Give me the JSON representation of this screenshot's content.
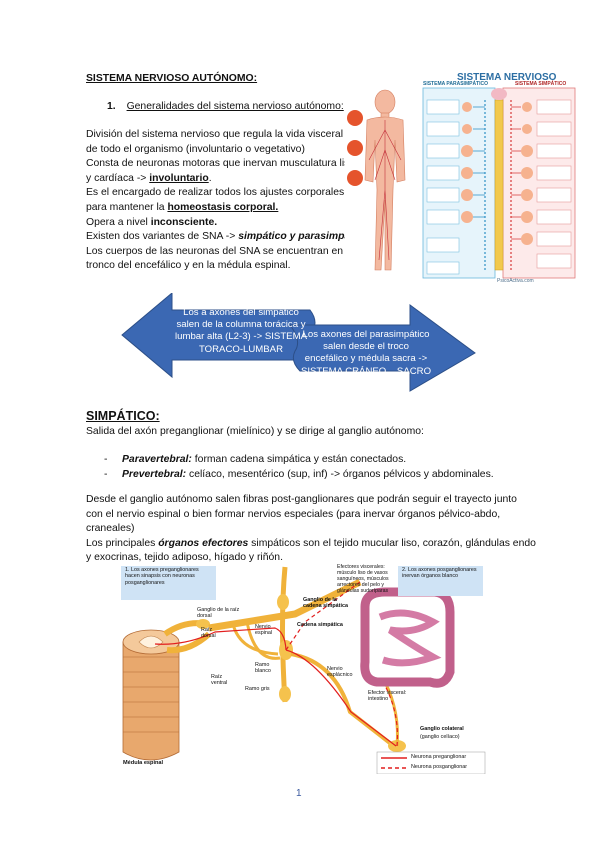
{
  "page": {
    "title": "SISTEMA NERVIOSO AUTÓNOMO:",
    "section1_number": "1.",
    "section1_heading": "Generalidades del sistema nervioso autónomo:",
    "intro": {
      "l1": "División del sistema nervioso que regula la vida visceral",
      "l2": "de todo el organismo (involuntario o vegetativo)",
      "l3": "Consta de neuronas motoras que inervan musculatura lisa",
      "l4a": "y cardíaca -> ",
      "l4b": "involuntario",
      "l4c": ".",
      "l5": "Es el encargado de realizar todos los ajustes corporales",
      "l6a": "para mantener la ",
      "l6b": "homeostasis corporal.",
      "l7a": "Opera a nivel ",
      "l7b": "inconsciente.",
      "l8a": "Existen dos variantes de SNA -> ",
      "l8b": "simpático y parasimpático",
      "l8c": ".",
      "l9": "Los cuerpos de las neuronas del SNA se encuentran en el",
      "l10": "tronco del encefálico y en la médula espinal."
    },
    "arrow_left": {
      "l1": "Los a axones del simpático",
      "l2": "salen de la columna torácica y",
      "l3": "lumbar alta (L2-3) -> SISTEMA",
      "l4": "TORACO-LUMBAR"
    },
    "arrow_right": {
      "l1": "Los axones del parasimpático",
      "l2": "salen desde el troco",
      "l3": "encefálico y médula sacra ->",
      "l4": "SISTEMA CRÁNEO – SACRO"
    },
    "simpatico": {
      "heading": "SIMPÁTICO:",
      "p1": "Salida del axón preganglionar (mielínico) y se dirige al ganglio autónomo:",
      "b1_term": "Paravertebral:",
      "b1_text": " forman cadena simpática y están conectados.",
      "b2_term": "Prevertebral:",
      "b2_text": " celíaco, mesentérico (sup, inf) -> órganos pélvicos y abdominales.",
      "p2_l1": "Desde el ganglio autónomo salen fibras post-ganglionares que podrán seguir el trayecto junto",
      "p2_l2": "con el nervio espinal o bien formar nervios especiales (para inervar órganos pélvico-abdo,",
      "p2_l3": "craneales)",
      "p3_l1a": "Los principales ",
      "p3_l1b": "órganos efectores",
      "p3_l1c": " simpáticos son el tejido mucular liso, corazón, glándulas endo",
      "p3_l2": "y exocrinas, tejido adiposo, hígado y riñón."
    },
    "figure1": {
      "title": "SISTEMA NERVIOSO",
      "left_label": "SISTEMA PARASIMPÁTICO",
      "right_label": "SISTEMA SIMPÁTICO",
      "footer": "PsicoActiva.com"
    },
    "figure2": {
      "box1": "1. Los axones preganglionares hacen sinapsis con neuronas posganglionares",
      "box2": "2. Los axones posganglionares inervan órganos blanco",
      "effectors": "Efectores viscerales: músculo liso de vasos sanguíneos, músculos arrectores del pelo y glándulas sudoríparas",
      "ganglio_cadena": "Ganglio de la cadena simpática",
      "cadena": "Cadena simpática",
      "ganglio_raiz": "Ganglio de la raíz dorsal",
      "raiz_dorsal": "Raíz dorsal",
      "nervio_espinal": "Nervio espinal",
      "ramo_blanco": "Ramo blanco",
      "raiz_ventral": "Raíz ventral",
      "ramo_gris": "Ramo gris",
      "nervio_esplacnico": "Nervio esplácnico",
      "efector_visceral": "Efector visceral: intestino",
      "ganglio_colateral": "Ganglio colateral",
      "ganglio_celiaco": "(ganglio celíaco)",
      "medula": "Médula espinal",
      "legend1": "Neurona preganglionar",
      "legend2": "Neurona posganglionar"
    },
    "page_number": "1"
  }
}
